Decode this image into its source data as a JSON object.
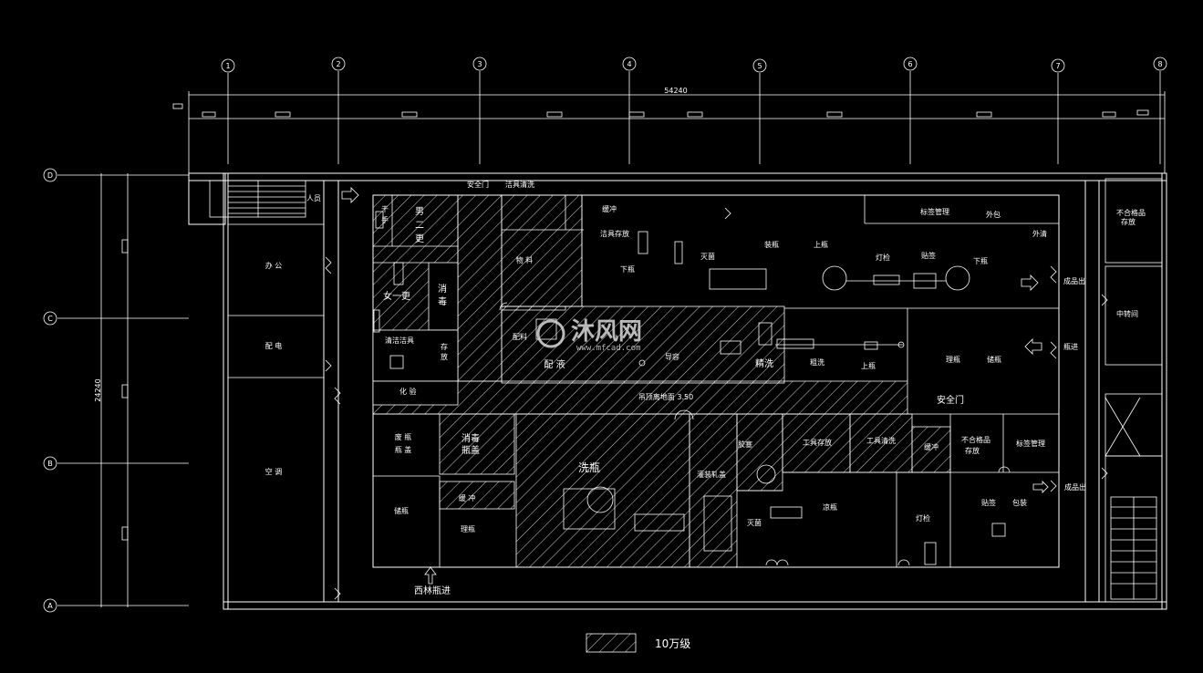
{
  "dimensions": {
    "overall_width": "54240",
    "overall_depth": "24240"
  },
  "axes": {
    "columns": [
      "1",
      "2",
      "3",
      "4",
      "5",
      "6",
      "7",
      "8"
    ],
    "rows": [
      "D",
      "C",
      "B",
      "A"
    ]
  },
  "rooms": {
    "renyuan": "人员",
    "anquanmen_top": "安全门",
    "jiejuqingxi": "洁具清洗",
    "huanchong_top": "缓冲",
    "jiejucunfang": "洁具存放",
    "nan": "男",
    "er": "二",
    "geng": "更",
    "ganshou": "干",
    "shou": "手",
    "nv_yi_geng": "女一更",
    "xiao": "消",
    "du": "毒",
    "qingjieju": "清洁洁具",
    "cun": "存",
    "fang": "放",
    "huayan": "化  验",
    "fengliao_top": "物  料",
    "shangqing": "上瓶",
    "xiaping_top": "下瓶",
    "miejun_top": "灭菌",
    "zhuangping": "装瓶",
    "shangping_mid": "上瓶",
    "dengjian_top": "灯检",
    "tieqian_top": "贴签",
    "xiaping_right": "下瓶",
    "biaoqianguanli_top": "标签管理",
    "waibao": "外包",
    "waiqing": "外清",
    "chengpinchu_top": "成品出",
    "peiliao": "配料",
    "peichu": "配 液",
    "daochao": "导容",
    "cuxi_mid": "精洗",
    "cuxi": "粗洗",
    "shangping_right": "上瓶",
    "lipping": "理瓶",
    "chuping": "储瓶",
    "pingjin": "瓶进",
    "jianzhu_note": "吊顶离地面  3.50",
    "anquanmen_mid": "安全门",
    "fuwu": "废  瓶",
    "jiagong": "瓶  盖",
    "xiaodu_left": "消毒",
    "pinggai": "瓶盖",
    "huanchong_left": "缓  冲",
    "xiping": "洗瓶",
    "guanzhuang": "灌装轧盖",
    "gongju_cunfang": "工具存放",
    "gongju_qingxi": "工具清洗",
    "huanchong_right": "缓冲",
    "buhege_mid": "不合格品",
    "cunfang_mid": "存放",
    "biaoqianguanli_mid": "标签管理",
    "chuping_left": "储瓶",
    "liping_left": "理瓶",
    "miejun_bottom": "灭菌",
    "liangping": "凉瓶",
    "dengjian_bottom": "灯检",
    "tieqian_bottom": "贴签",
    "baozhuang": "包装",
    "chengpinchu_bottom": "成品出",
    "xilinpingjin": "西林瓶进",
    "bangong": "办  公",
    "peidian": "配  电",
    "kongtiao": "空  调",
    "buhege_right": "不合格品",
    "cunfang_right": "存放",
    "zhongzhuanjian": "中转间",
    "jiaoping": "胶塞"
  },
  "legend": {
    "label": "10万级"
  },
  "watermark": {
    "brand": "沐风网",
    "url": "www.mfcad.com"
  }
}
